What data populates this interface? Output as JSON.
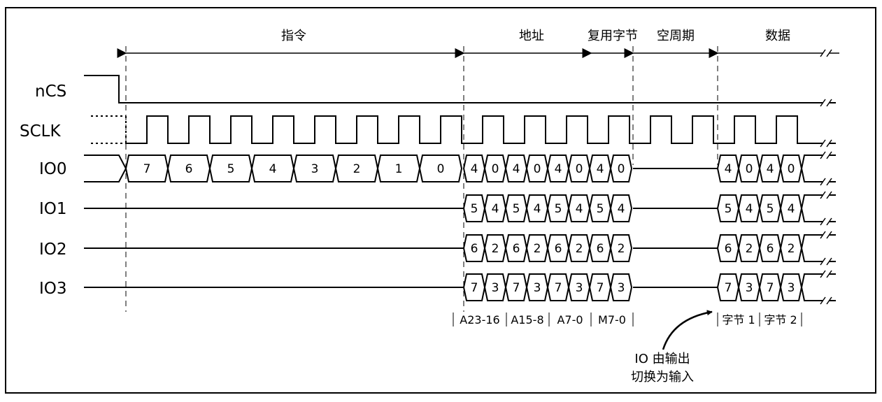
{
  "signals": {
    "ncs": "nCS",
    "sclk": "SCLK",
    "io0": "IO0",
    "io1": "IO1",
    "io2": "IO2",
    "io3": "IO3"
  },
  "phases": {
    "instruction": "指令",
    "address": "地址",
    "mode": "复用字节",
    "dummy": "空周期",
    "data": "数据"
  },
  "instruction_bits": [
    "7",
    "6",
    "5",
    "4",
    "3",
    "2",
    "1",
    "0"
  ],
  "lane_bits": {
    "io0": [
      "4",
      "0",
      "4",
      "0",
      "4",
      "0",
      "4",
      "0"
    ],
    "io1": [
      "5",
      "4",
      "5",
      "4",
      "5",
      "4",
      "5",
      "4"
    ],
    "io2": [
      "6",
      "2",
      "6",
      "2",
      "6",
      "2",
      "6",
      "2"
    ],
    "io3": [
      "7",
      "3",
      "7",
      "3",
      "7",
      "3",
      "7",
      "3"
    ]
  },
  "data_lane_bits": {
    "io0": [
      "4",
      "0",
      "4",
      "0"
    ],
    "io1": [
      "5",
      "4",
      "5",
      "4"
    ],
    "io2": [
      "6",
      "2",
      "6",
      "2"
    ],
    "io3": [
      "7",
      "3",
      "7",
      "3"
    ]
  },
  "address_labels": [
    "A23-16",
    "A15-8",
    "A7-0",
    "M7-0"
  ],
  "data_labels": [
    "字节 1",
    "字节 2"
  ],
  "note": {
    "line1": "IO 由输出",
    "line2": "切换为输入"
  }
}
